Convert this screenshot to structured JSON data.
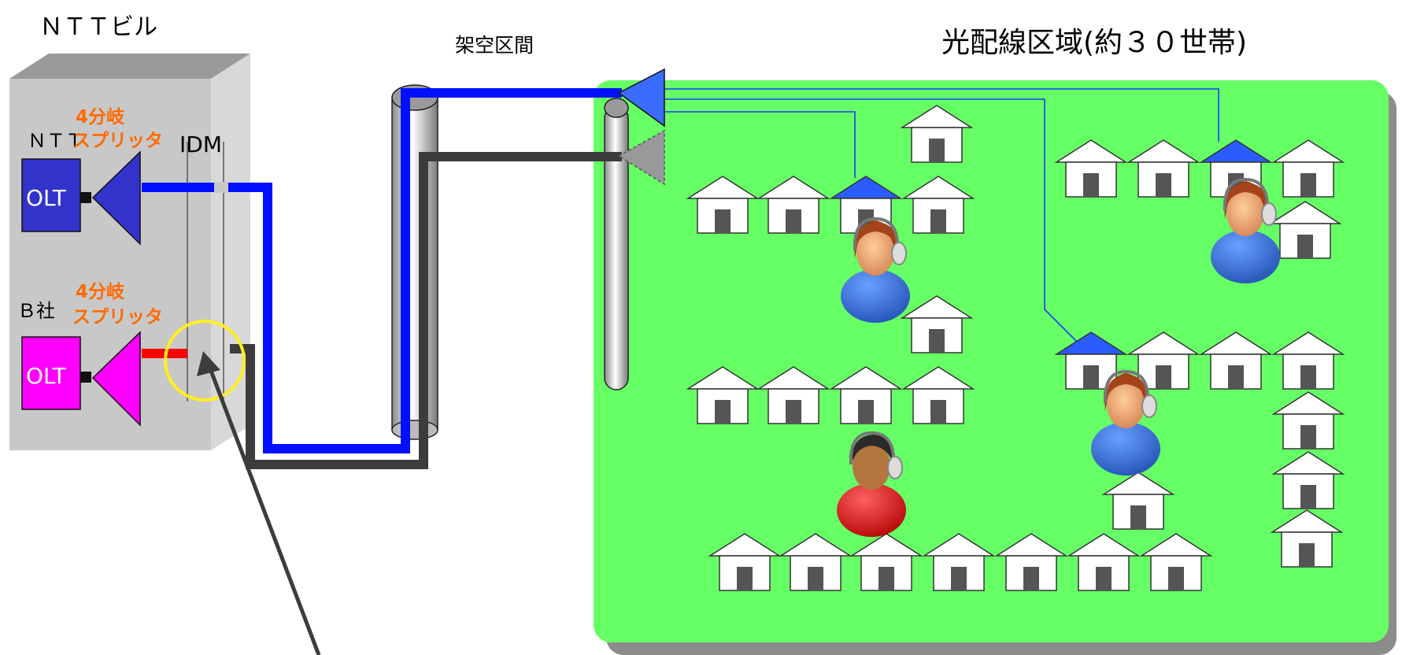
{
  "labels": {
    "ntt_building": "ＮＴＴビル",
    "aerial_section": "架空区間",
    "area_title": "光配線区域(約３０世帯)",
    "idm": "IDM",
    "ntt_label": "ＮＴＴ",
    "b_company": "Ｂ社",
    "splitter_ntt_line1": "4分岐",
    "splitter_ntt_line2": "スプリッタ",
    "splitter_b_line1": "4分岐",
    "splitter_b_line2": "スプリッタ",
    "olt_ntt": "OLT",
    "olt_b": "OLT"
  },
  "colors": {
    "ntt_fiber": "#0010ff",
    "b_fiber": "#ff0000",
    "dark_fiber": "#3c3c3c",
    "area_fill": "#66ff66",
    "ntt_olt": "#3333cc",
    "b_olt": "#ff00ff",
    "highlight_circle": "#ffee22",
    "splitter_text": "#ff6a00"
  },
  "icons": {
    "house": "house-icon",
    "user": "user-headset-icon",
    "splitter": "splitter-triangle-icon",
    "pole": "utility-pole-icon"
  }
}
